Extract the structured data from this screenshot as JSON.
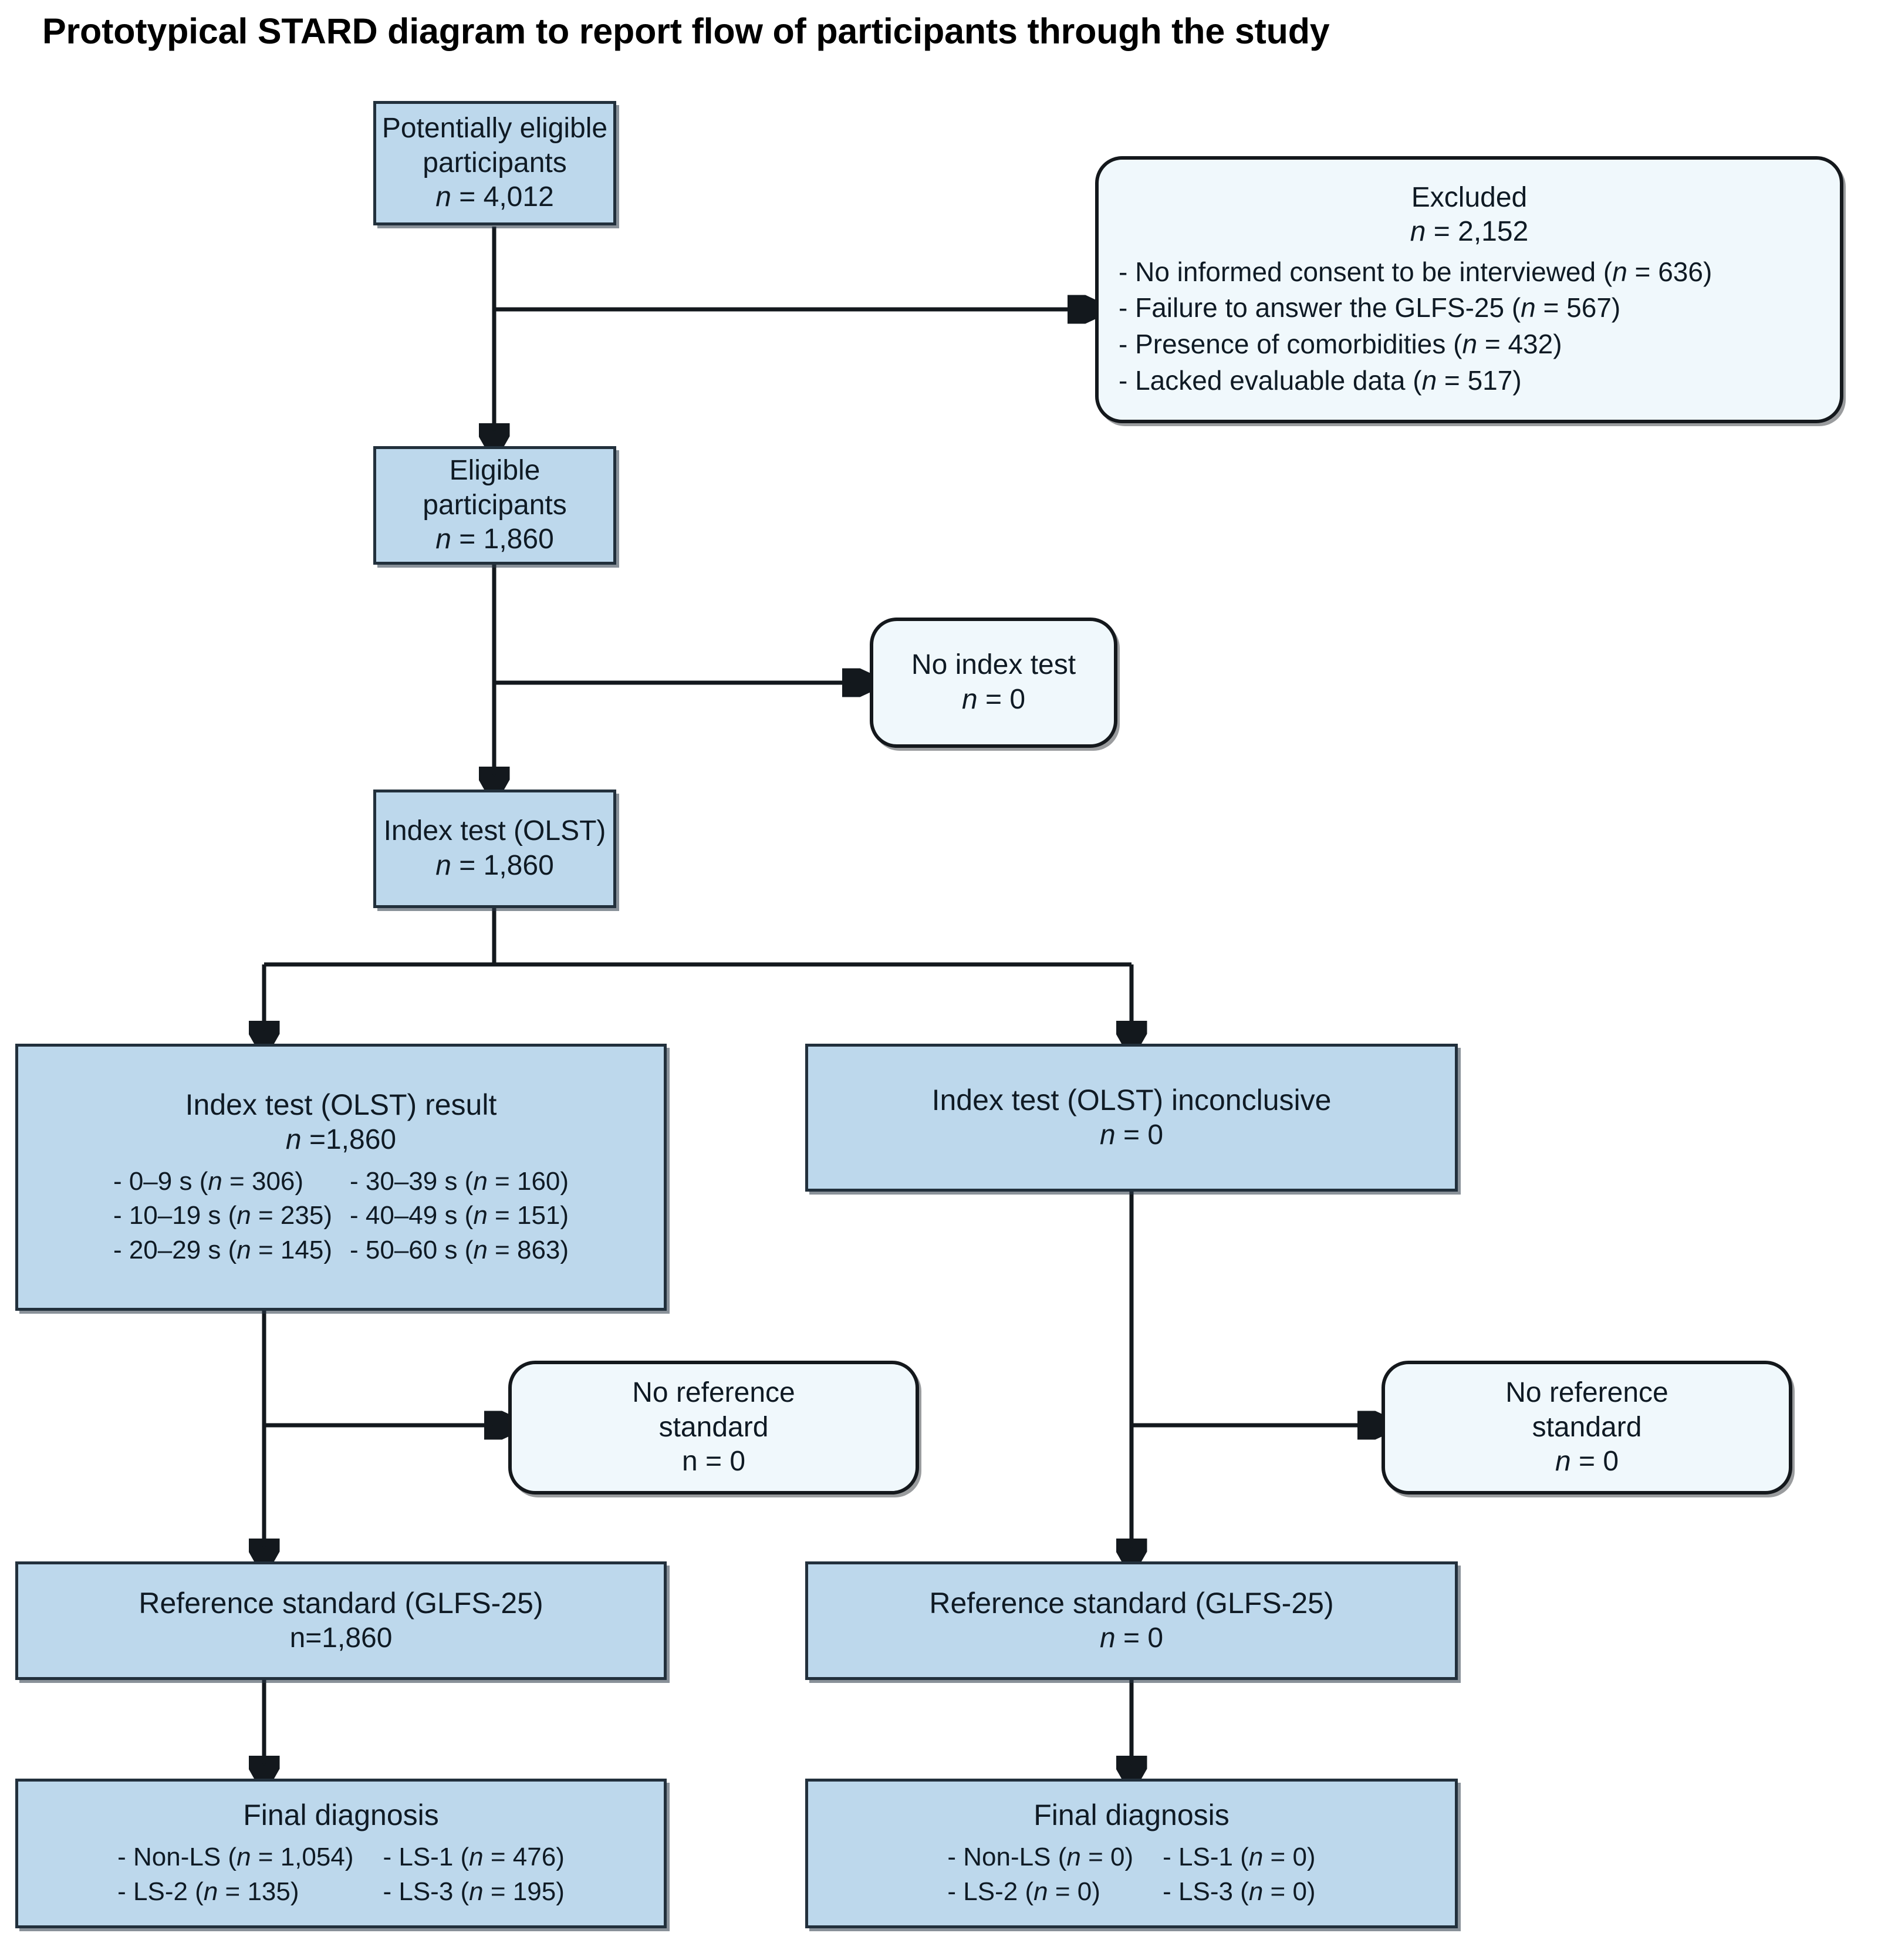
{
  "figure": {
    "title": "Prototypical STARD diagram to report flow of participants through the study",
    "type": "flowchart",
    "colors": {
      "process_fill": "#bdd8ec",
      "terminator_fill": "#f0f8fc",
      "border": "#14181c",
      "text": "#0f1a24"
    }
  },
  "nodes": {
    "potentially_eligible": {
      "title": "Potentially eligible participants",
      "count_label": "n = 4,012",
      "n_italic": "n",
      "n_rest": " = 4,012",
      "shape": "process"
    },
    "excluded": {
      "title": "Excluded",
      "n_italic": "n",
      "n_rest": " = 2,152",
      "shape": "terminator",
      "reasons": [
        {
          "text": "- No informed consent to be interviewed (",
          "n": "n",
          "value": " = 636)"
        },
        {
          "text": "- Failure to answer the GLFS-25 (",
          "n": "n",
          "value": " = 567)"
        },
        {
          "text": "- Presence of comorbidities (",
          "n": "n",
          "value": " = 432)"
        },
        {
          "text": "- Lacked evaluable data (",
          "n": "n",
          "value": " = 517)"
        }
      ]
    },
    "eligible": {
      "title": "Eligible participants",
      "n_italic": "n",
      "n_rest": " = 1,860",
      "shape": "process"
    },
    "no_index_test": {
      "title": "No index test",
      "n_italic": "n",
      "n_rest": " = 0",
      "shape": "terminator"
    },
    "index_test": {
      "title": "Index test (OLST)",
      "n_italic": "n",
      "n_rest": " = 1,860",
      "shape": "process"
    },
    "index_result": {
      "title": "Index test (OLST) result",
      "n_italic": "n",
      "n_rest": " =1,860",
      "shape": "process",
      "breakdown_left": [
        {
          "label": "- 0–9 s (",
          "n": "n",
          "value": " = 306)"
        },
        {
          "label": "- 10–19 s (",
          "n": "n",
          "value": " = 235)"
        },
        {
          "label": "- 20–29 s (",
          "n": "n",
          "value": " = 145)"
        }
      ],
      "breakdown_right": [
        {
          "label": "- 30–39 s (",
          "n": "n",
          "value": " = 160)"
        },
        {
          "label": "- 40–49 s (",
          "n": "n",
          "value": " = 151)"
        },
        {
          "label": "- 50–60 s (",
          "n": "n",
          "value": " = 863)"
        }
      ]
    },
    "index_inconclusive": {
      "title": "Index test (OLST) inconclusive",
      "n_italic": "n",
      "n_rest": " = 0",
      "shape": "process"
    },
    "no_ref_left": {
      "title_line1": "No reference",
      "title_line2": "standard",
      "n_italic": "",
      "n_rest": "n = 0",
      "shape": "terminator"
    },
    "no_ref_right": {
      "title_line1": "No reference",
      "title_line2": "standard",
      "n_italic": "n",
      "n_rest": " = 0",
      "shape": "terminator"
    },
    "ref_std_left": {
      "title": "Reference standard (GLFS-25)",
      "n_italic": "",
      "n_rest": "n=1,860",
      "shape": "process"
    },
    "ref_std_right": {
      "title": "Reference standard (GLFS-25)",
      "n_italic": "n",
      "n_rest": " = 0",
      "shape": "process"
    },
    "final_left": {
      "title": "Final diagnosis",
      "shape": "process",
      "breakdown_left": [
        {
          "label": "- Non-LS (",
          "n": "n",
          "value": " = 1,054)"
        },
        {
          "label": "- LS-2 (",
          "n": "n",
          "value": " = 135)"
        }
      ],
      "breakdown_right": [
        {
          "label": "- LS-1 (",
          "n": "n",
          "value": " = 476)"
        },
        {
          "label": "- LS-3 (",
          "n": "n",
          "value": " = 195)"
        }
      ]
    },
    "final_right": {
      "title": "Final diagnosis",
      "shape": "process",
      "breakdown_left": [
        {
          "label": "- Non-LS (",
          "n": "n",
          "value": " = 0)"
        },
        {
          "label": "- LS-2 (",
          "n": "n",
          "value": " = 0)"
        }
      ],
      "breakdown_right": [
        {
          "label": "- LS-1 (",
          "n": "n",
          "value": " = 0)"
        },
        {
          "label": "- LS-3 (",
          "n": "n",
          "value": " = 0)"
        }
      ]
    }
  }
}
